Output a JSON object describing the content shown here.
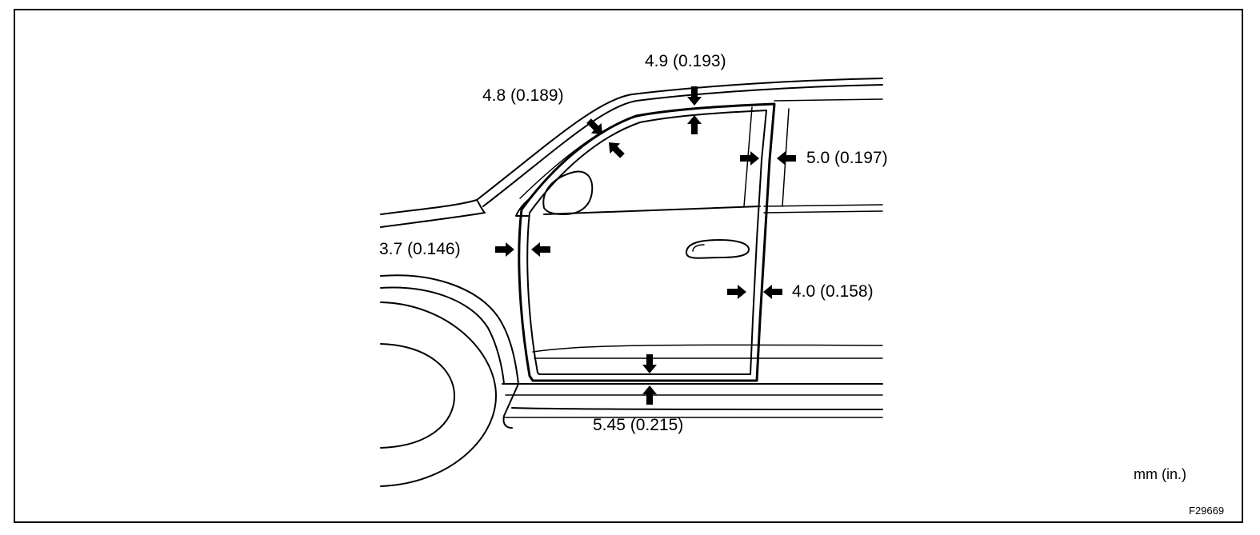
{
  "dimensions": [
    {
      "id": "roof-top",
      "text": "4.9 (0.193)"
    },
    {
      "id": "roof-front",
      "text": "4.8 (0.189)"
    },
    {
      "id": "b-pillar",
      "text": "5.0 (0.197)"
    },
    {
      "id": "front-edge",
      "text": "3.7 (0.146)"
    },
    {
      "id": "rear-edge",
      "text": "4.0 (0.158)"
    },
    {
      "id": "sill",
      "text": "5.45 (0.215)"
    }
  ],
  "units": "mm (in.)",
  "figure_id": "F29669",
  "colors": {
    "line": "#000000",
    "background": "#ffffff"
  }
}
